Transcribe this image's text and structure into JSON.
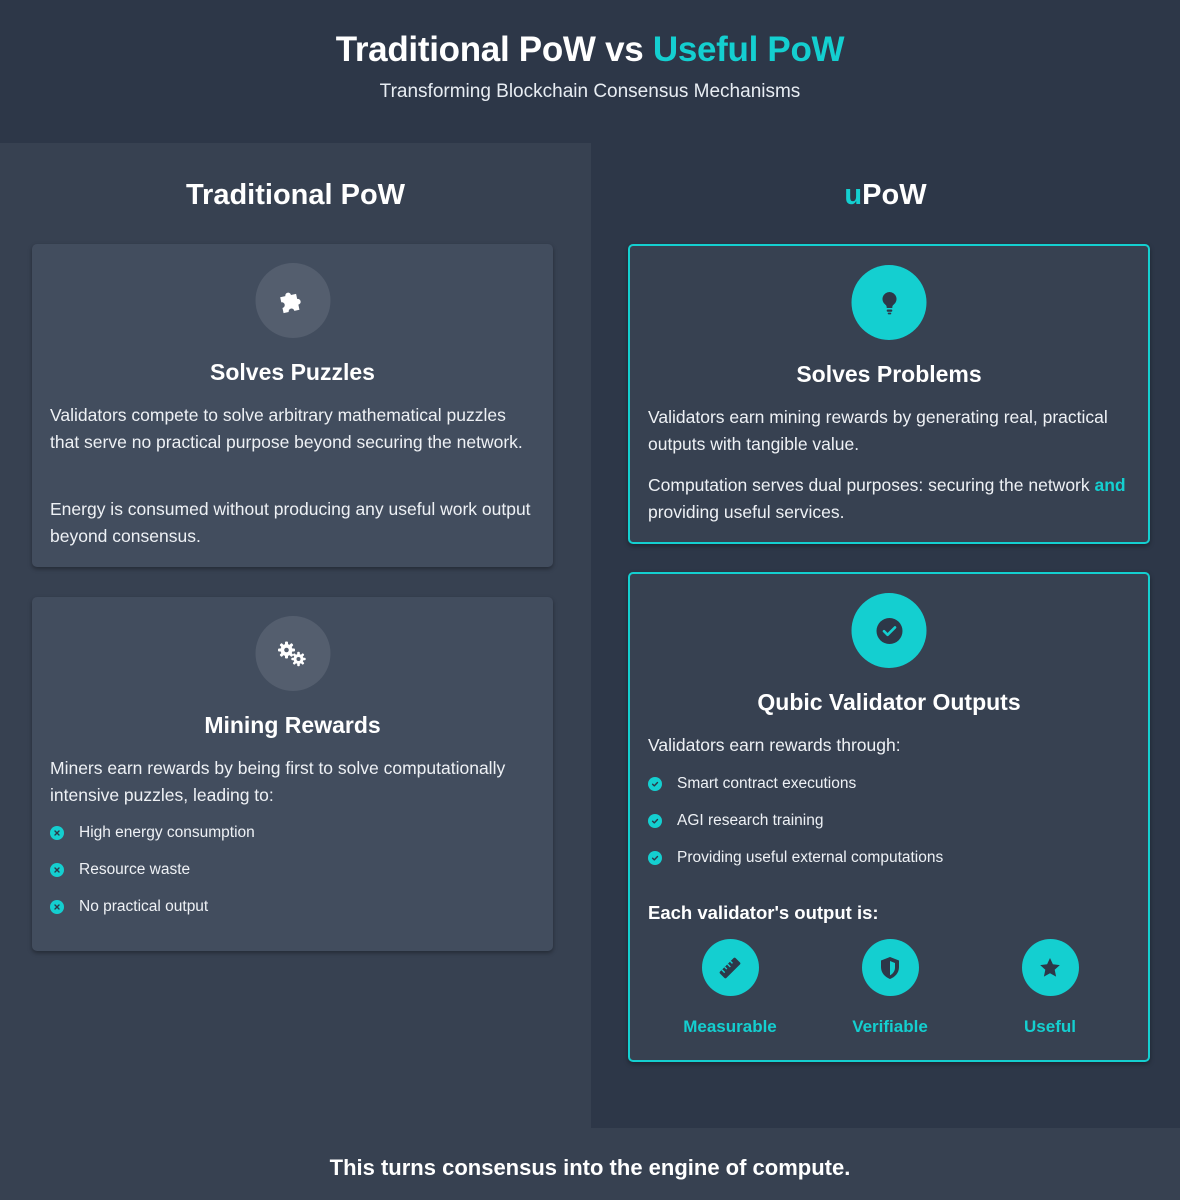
{
  "header": {
    "title_part1": "Traditional PoW vs ",
    "title_part2": "Useful PoW",
    "subtitle": "Transforming Blockchain Consensus Mechanisms"
  },
  "left": {
    "title": "Traditional PoW",
    "card1": {
      "icon": "puzzle-piece-icon",
      "title": "Solves Puzzles",
      "para1": "Validators compete to solve arbitrary mathematical puzzles that serve no practical purpose beyond securing the network.",
      "para2": "Energy is consumed without producing any useful work output beyond consensus."
    },
    "card2": {
      "icon": "gears-icon",
      "title": "Mining Rewards",
      "para1": "Miners earn rewards by being first to solve computationally intensive puzzles, leading to:",
      "items": [
        "High energy consumption",
        "Resource waste",
        "No practical output"
      ],
      "item_icon": "x-circle-icon"
    }
  },
  "right": {
    "title_accent": "u",
    "title_rest": "PoW",
    "card1": {
      "icon": "lightbulb-icon",
      "title": "Solves Problems",
      "para1": "Validators earn mining rewards by generating real, practical outputs with tangible value.",
      "para2_a": "Computation serves dual purposes: securing the network ",
      "para2_hl": "and",
      "para2_b": " providing useful services."
    },
    "card2": {
      "icon": "check-circle-icon",
      "title": "Qubic Validator Outputs",
      "intro": "Validators earn rewards through:",
      "items": [
        "Smart contract executions",
        "AGI research training",
        "Providing useful external computations"
      ],
      "item_icon": "check-circle-icon",
      "output_heading": "Each validator's output is:",
      "features": [
        {
          "icon": "ruler-icon",
          "label": "Measurable"
        },
        {
          "icon": "shield-icon",
          "label": "Verifiable"
        },
        {
          "icon": "star-icon",
          "label": "Useful"
        }
      ]
    }
  },
  "footer": {
    "text": "This turns consensus into the engine of compute."
  },
  "colors": {
    "accent": "#14cfd0",
    "background": "#2d3748",
    "panel": "#374151",
    "card": "#424d5e"
  }
}
